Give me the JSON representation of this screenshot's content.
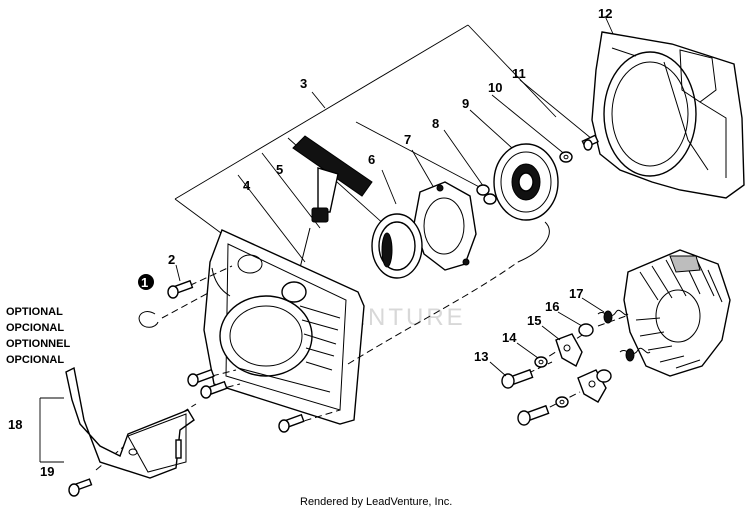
{
  "diagram": {
    "callouts": [
      "1",
      "2",
      "3",
      "4",
      "5",
      "6",
      "7",
      "8",
      "9",
      "10",
      "11",
      "12",
      "13",
      "14",
      "15",
      "16",
      "17",
      "18",
      "19"
    ],
    "optional_labels": [
      "OPTIONAL",
      "OPCIONAL",
      "OPTIONNEL",
      "OPCIONAL"
    ],
    "watermark": "VENTURE",
    "footer": "Rendered by LeadVenture, Inc."
  }
}
